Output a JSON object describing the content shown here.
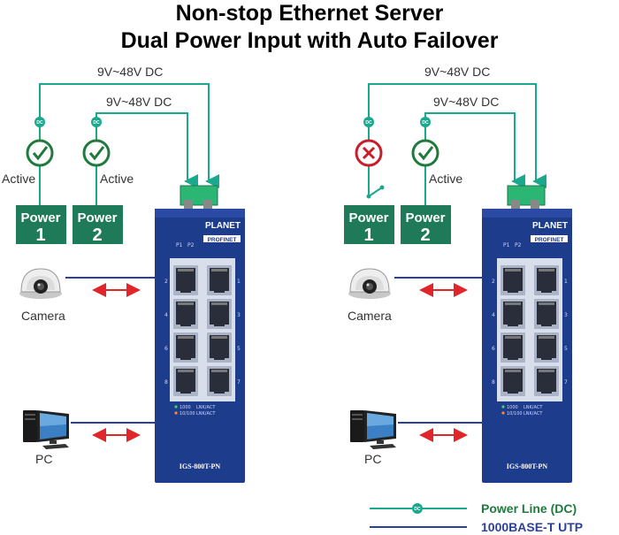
{
  "title": {
    "line1": "Non-stop Ethernet Server",
    "line2": "Dual Power Input with Auto Failover"
  },
  "colors": {
    "power_line": "#1aa88f",
    "utp_line": "#2c3e9e",
    "active_green": "#1f7a3c",
    "fail_red": "#c81e2b",
    "power_box": "#1f7a5a",
    "switch_body": "#1e3c8c",
    "arrow": "#e0262b"
  },
  "left_panel": {
    "voltage_outer": "9V~48V DC",
    "voltage_inner": "9V~48V DC",
    "dc_badge": "DC",
    "power1": {
      "label": "Power",
      "number": "1",
      "state": "Active",
      "status_icon": "check-circle-icon"
    },
    "power2": {
      "label": "Power",
      "number": "2",
      "state": "Active",
      "status_icon": "check-circle-icon"
    },
    "camera_label": "Camera",
    "pc_label": "PC",
    "switch": {
      "brand": "PLANET",
      "badge": "PROFINET",
      "p1": "P1",
      "p2": "P2",
      "model": "IGS-800T-PN",
      "led_1000": "1000",
      "led_10100": "10/100",
      "lnk_act": "LNK/ACT",
      "ports_left": [
        "2",
        "4",
        "6",
        "8"
      ],
      "ports_right": [
        "1",
        "3",
        "5",
        "7"
      ]
    }
  },
  "right_panel": {
    "voltage_outer": "9V~48V DC",
    "voltage_inner": "9V~48V DC",
    "dc_badge": "DC",
    "power1": {
      "label": "Power",
      "number": "1",
      "state": "",
      "status_icon": "x-circle-icon"
    },
    "power2": {
      "label": "Power",
      "number": "2",
      "state": "Active",
      "status_icon": "check-circle-icon"
    },
    "camera_label": "Camera",
    "pc_label": "PC",
    "switch": {
      "brand": "PLANET",
      "badge": "PROFINET",
      "p1": "P1",
      "p2": "P2",
      "model": "IGS-800T-PN",
      "led_1000": "1000",
      "led_10100": "10/100",
      "lnk_act": "LNK/ACT",
      "ports_left": [
        "2",
        "4",
        "6",
        "8"
      ],
      "ports_right": [
        "1",
        "3",
        "5",
        "7"
      ]
    }
  },
  "legend": {
    "power_line": "Power Line (DC)",
    "utp": "1000BASE-T UTP",
    "dc_badge": "DC"
  }
}
